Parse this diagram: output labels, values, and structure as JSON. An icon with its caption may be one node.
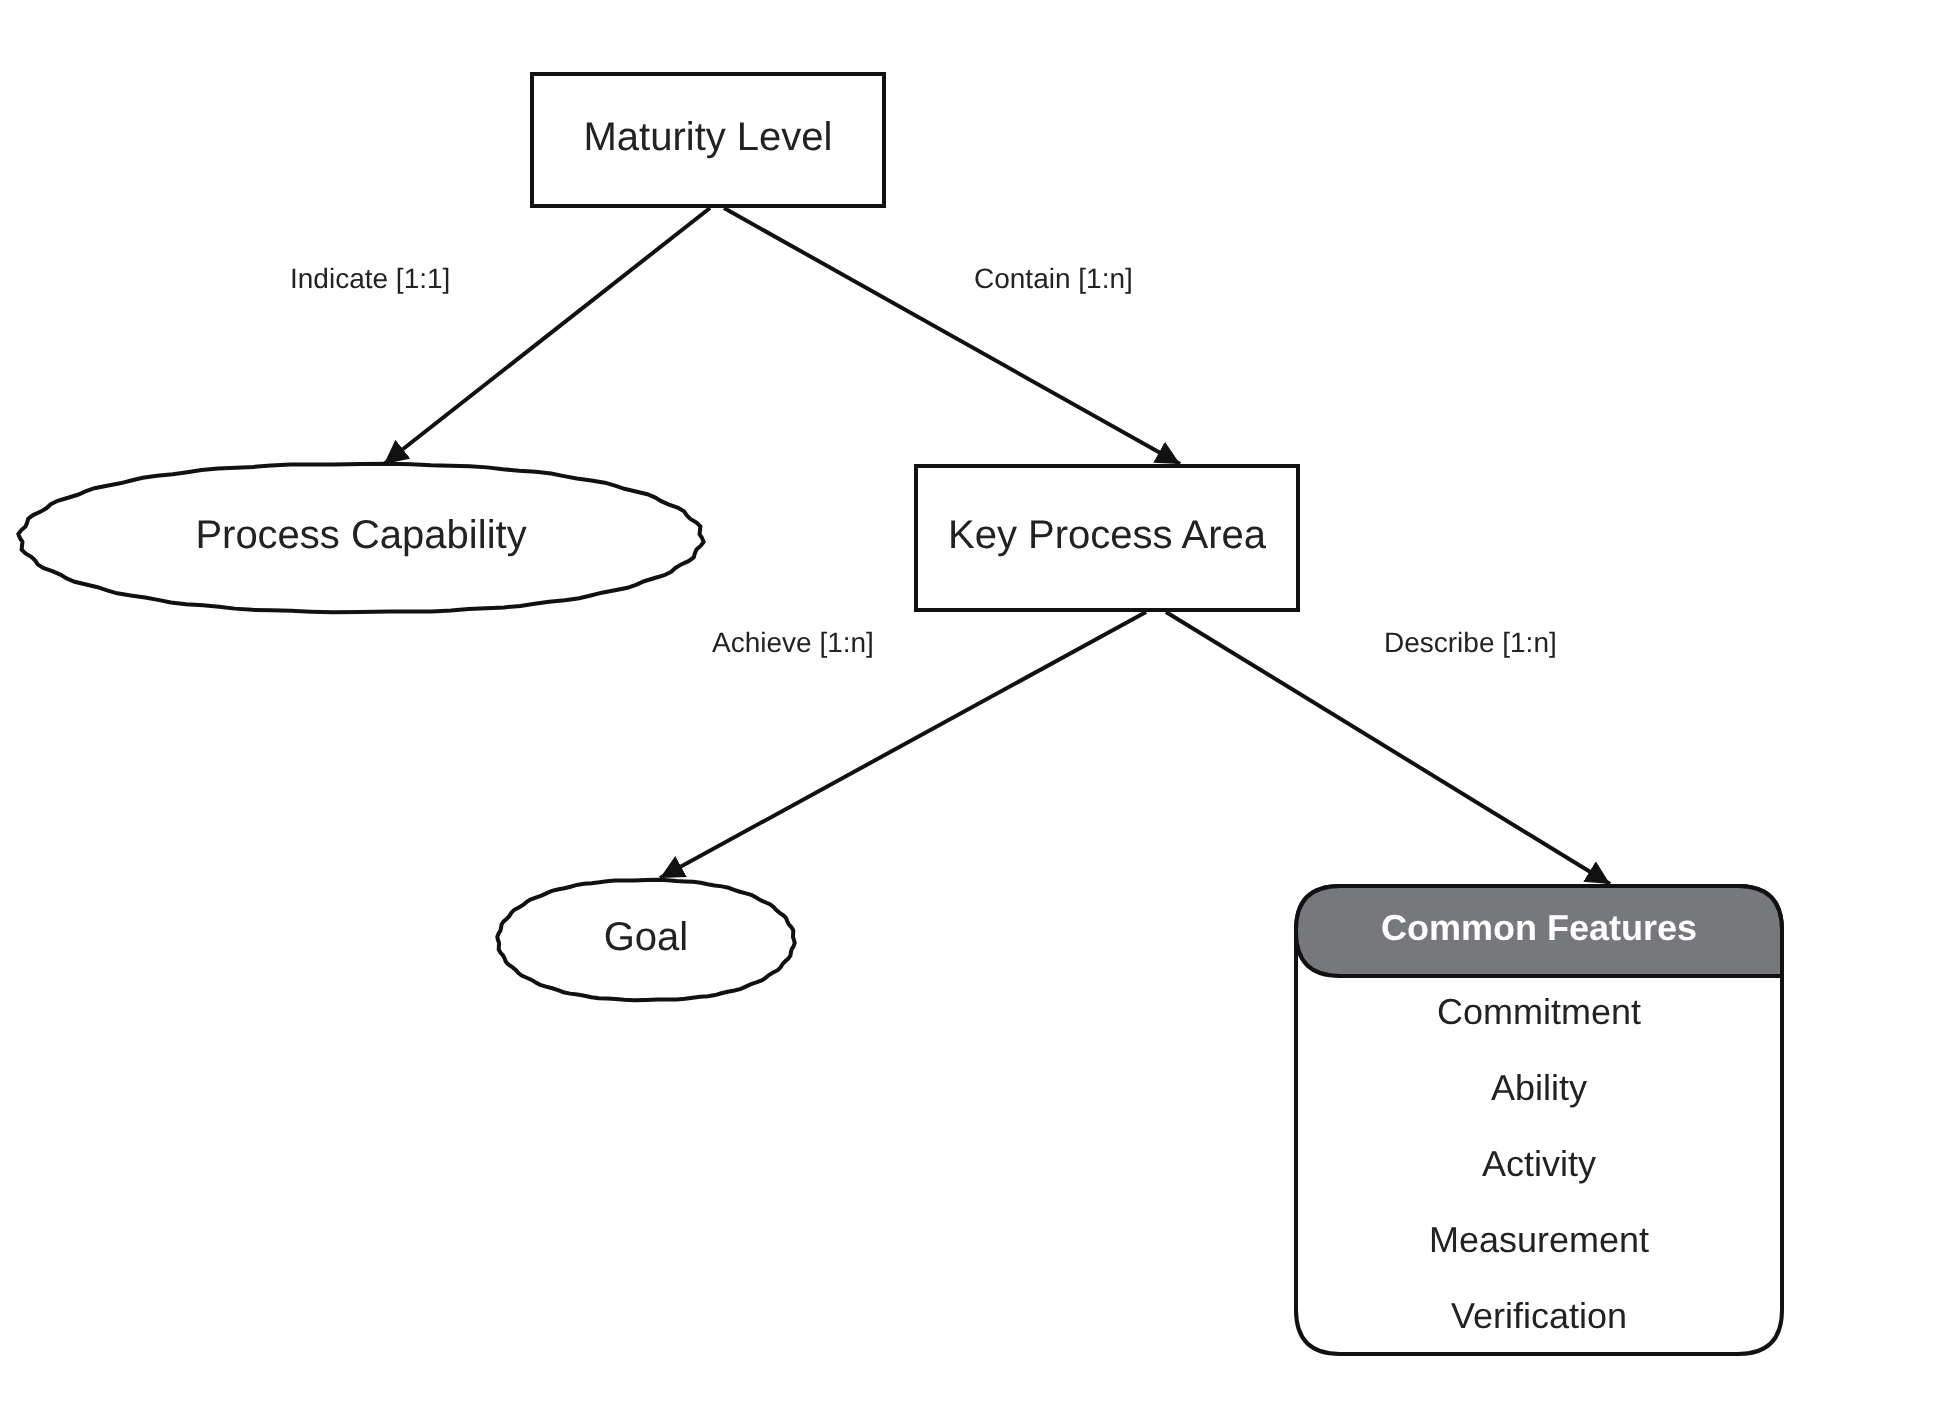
{
  "diagram": {
    "nodes": [
      {
        "text": [
          "Maturity Level"
        ]
      },
      {
        "text": [
          "Process Capability"
        ]
      },
      {
        "text": [
          "Key Process Area"
        ]
      },
      {
        "text": [
          "Goal"
        ]
      },
      {
        "text": [
          "Common Features",
          "Commitment",
          "Ability",
          "Activity",
          "Measurement",
          "Verification"
        ]
      }
    ],
    "edges": [
      {
        "from": 0,
        "to": 1,
        "arrow": "to",
        "label": "Indicate [1:1]"
      },
      {
        "from": 0,
        "to": 2,
        "arrow": "to",
        "label": "Contain [1:n]"
      },
      {
        "from": 2,
        "to": 3,
        "arrow": "to",
        "label": "Achieve [1:n]"
      },
      {
        "from": 2,
        "to": 4,
        "arrow": "to",
        "label": "Describe [1:n]"
      }
    ]
  }
}
